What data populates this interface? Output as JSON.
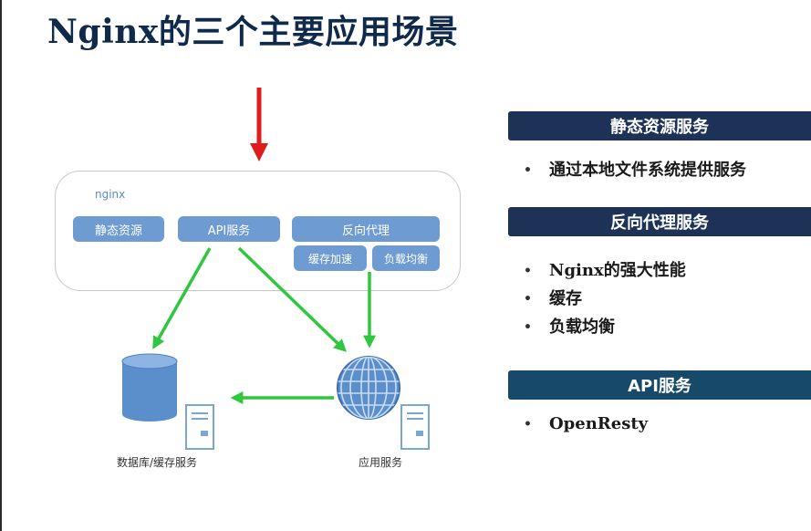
{
  "title": "Nginx的三个主要应用场景",
  "diagram": {
    "nginx_label": "nginx",
    "modules": {
      "static": "静态资源",
      "api": "API服务",
      "proxy": "反向代理",
      "cache": "缓存加速",
      "lb": "负载均衡"
    },
    "captions": {
      "db": "数据库/缓存服务",
      "app": "应用服务"
    },
    "colors": {
      "request_arrow": "#e01b1b",
      "flow_arrows": "#2ec73e",
      "module_fill": "#6e9bd1",
      "database": "#5b8fcc"
    },
    "icons": [
      "database-icon",
      "server-icon",
      "globe-icon"
    ]
  },
  "panel": {
    "sections": [
      {
        "title": "静态资源服务",
        "items": [
          "通过本地文件系统提供服务"
        ]
      },
      {
        "title": "反向代理服务",
        "items": [
          "Nginx的强大性能",
          "缓存",
          "负载均衡"
        ]
      },
      {
        "title": "API服务",
        "items": [
          "OpenResty"
        ]
      }
    ],
    "bullet_char": "•"
  }
}
